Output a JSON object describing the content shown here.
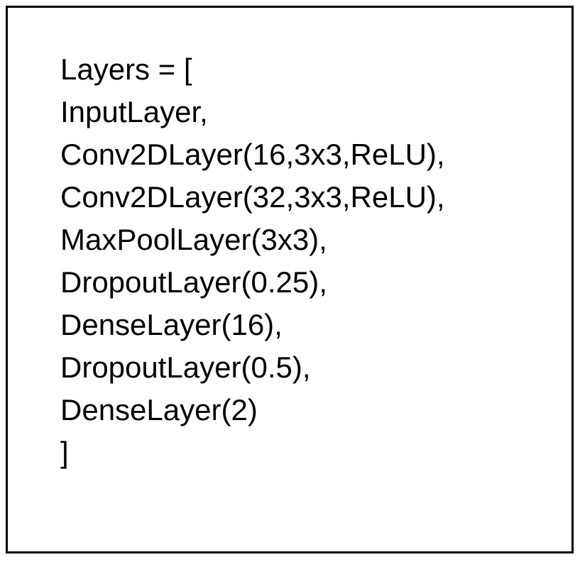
{
  "colors": {
    "background": "#ffffff",
    "border": "#000000",
    "text": "#000000"
  },
  "listing": {
    "name": "Layers",
    "lines": [
      "Layers = [",
      "InputLayer,",
      "Conv2DLayer(16,3x3,ReLU),",
      "Conv2DLayer(32,3x3,ReLU),",
      "MaxPoolLayer(3x3),",
      "DropoutLayer(0.25),",
      "DenseLayer(16),",
      "DropoutLayer(0.5),",
      "DenseLayer(2)",
      "]"
    ]
  }
}
